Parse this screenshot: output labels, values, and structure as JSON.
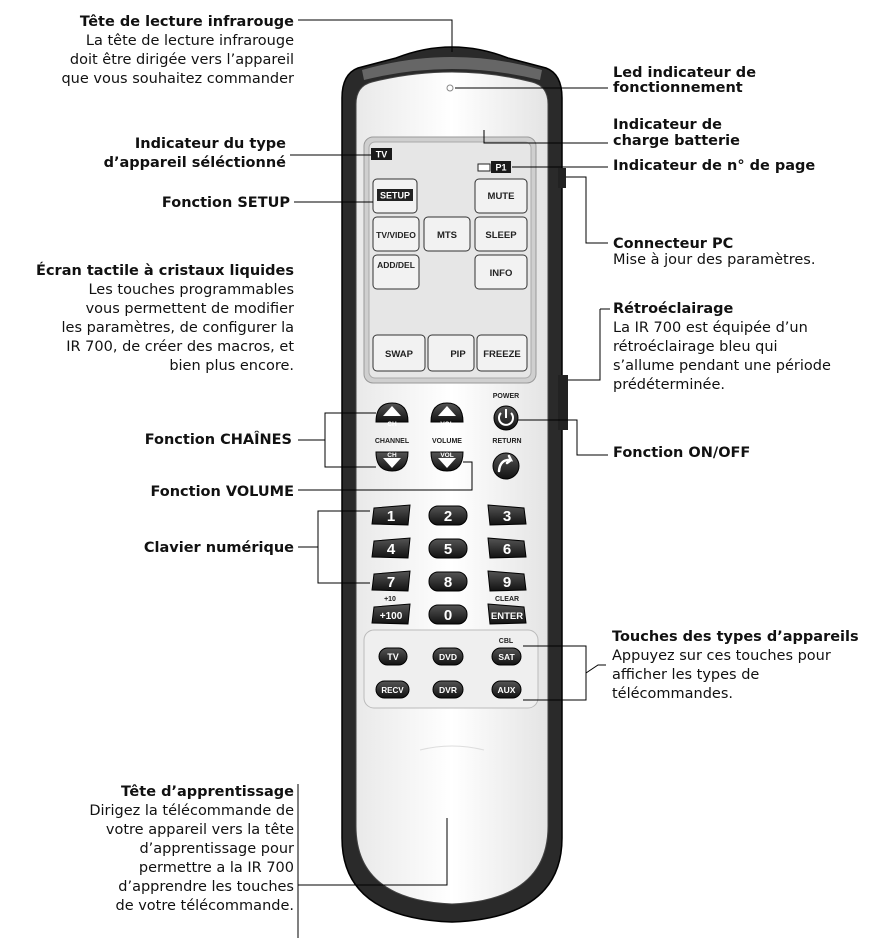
{
  "callouts": {
    "ir_head": {
      "title": "Tête de lecture infrarouge",
      "desc": [
        "La tête de lecture infrarouge",
        "doit être dirigée vers l’appareil",
        "que vous souhaitez commander"
      ]
    },
    "led": {
      "lines": [
        "Led indicateur de",
        "fonctionnement"
      ]
    },
    "battery": {
      "lines": [
        "Indicateur de",
        "charge batterie"
      ]
    },
    "page_indicator": {
      "title": "Indicateur de n° de page"
    },
    "device_type": {
      "lines": [
        "Indicateur du type",
        "d’appareil séléctionné"
      ]
    },
    "setup": {
      "title": "Fonction SETUP"
    },
    "pc": {
      "title": "Connecteur PC",
      "desc": "Mise à jour des paramètres."
    },
    "lcd": {
      "title": "Écran tactile à cristaux liquides",
      "desc": [
        "Les touches programmables",
        "vous permettent de modifier",
        "les paramètres, de configurer la",
        "IR 700, de créer des macros, et",
        "bien plus encore."
      ]
    },
    "backlight": {
      "title": "Rétroéclairage",
      "desc": [
        "La IR 700 est équipée d’un",
        "rétroéclairage bleu qui",
        "s’allume pendant une période",
        "prédéterminée."
      ]
    },
    "channels": {
      "title": "Fonction CHAÎNES"
    },
    "onoff": {
      "title": "Fonction ON/OFF"
    },
    "volume": {
      "title": "Fonction VOLUME"
    },
    "numpad": {
      "title": "Clavier numérique"
    },
    "device_keys": {
      "title": "Touches des types d’appareils",
      "desc": [
        "Appuyez sur ces touches pour",
        "afficher les types de",
        "télécommandes."
      ]
    },
    "learning": {
      "title": "Tête d’apprentissage",
      "desc": [
        "Dirigez la télécommande de",
        "votre appareil vers la tête",
        "d’apprentissage pour",
        "permettre a la IR 700",
        "d’apprendre les touches",
        "de votre télécommande."
      ]
    }
  },
  "remote": {
    "screen": {
      "tv_badge": "TV",
      "page_badge": "P1",
      "setup": "SETUP",
      "mute": "MUTE",
      "tvvideo": "TV/VIDEO",
      "mts": "MTS",
      "sleep": "SLEEP",
      "adddel": "ADD/DEL",
      "info": "INFO",
      "swap": "SWAP",
      "pip": "PIP",
      "freeze": "FREEZE"
    },
    "power_label": "POWER",
    "return_label": "RETURN",
    "ch": "CH",
    "vol": "VOL",
    "channel_label": "CHANNEL",
    "volume_label": "VOLUME",
    "digits": [
      "1",
      "2",
      "3",
      "4",
      "5",
      "6",
      "7",
      "8",
      "9"
    ],
    "plus10": "+10",
    "clear": "CLEAR",
    "plus100": "+100",
    "zero": "0",
    "enter": "ENTER",
    "cbl": "CBL",
    "devices": [
      "TV",
      "DVD",
      "SAT",
      "RECV",
      "DVR",
      "AUX"
    ]
  }
}
